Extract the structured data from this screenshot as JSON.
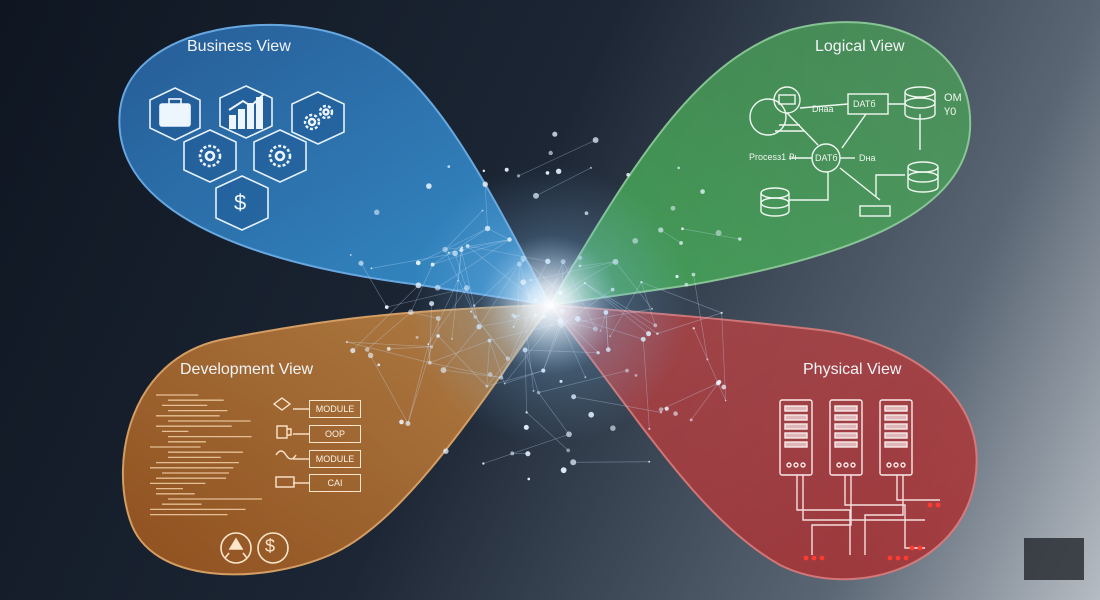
{
  "views": {
    "business": {
      "title": "Business View",
      "color": "#2f7fd0",
      "icons": [
        "briefcase-icon",
        "growth-chart-icon",
        "gears-icon",
        "gear-icon",
        "gear-icon",
        "dollar-icon"
      ],
      "dollar_glyph": "$"
    },
    "logical": {
      "title": "Logical View",
      "color": "#4aa35a",
      "labels": {
        "data_top": "Dнaa",
        "data_box": "DATб",
        "om": "OM",
        "yo": "Ү0",
        "process": "Procesз1 ₽ı",
        "data_center": "DATб",
        "data_right": "Dнa"
      }
    },
    "development": {
      "title": "Development View",
      "color": "#c06a22",
      "modules": [
        "MODULE",
        "OOP",
        "MODULE",
        "CAI"
      ],
      "dollar_glyph": "$"
    },
    "physical": {
      "title": "Physical View",
      "color": "#c23a3a",
      "server_count": 3
    }
  }
}
